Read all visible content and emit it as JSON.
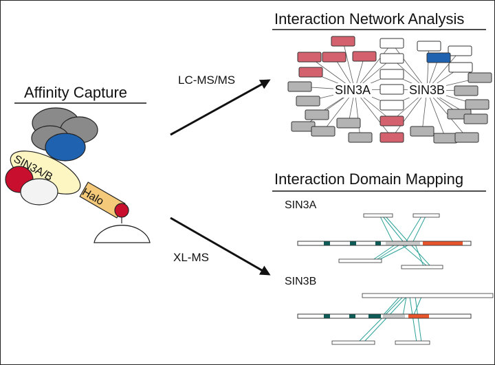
{
  "affinity": {
    "title": "Affinity Capture",
    "bait_label": "SIN3A/B",
    "tag_label": "Halo"
  },
  "arrows": {
    "top_label": "LC-MS/MS",
    "bottom_label": "XL-MS"
  },
  "network": {
    "title": "Interaction Network Analysis",
    "hub_a": "SIN3A",
    "hub_b": "SIN3B"
  },
  "mapping": {
    "title": "Interaction Domain Mapping",
    "protein_a": "SIN3A",
    "protein_b": "SIN3B"
  },
  "colors": {
    "red": "#c8102e",
    "pink": "#d4626e",
    "blue": "#1f63b0",
    "grey": "#8a8a8a",
    "light_grey": "#b3b3b3",
    "yellow": "#fdf6c3",
    "halo_orange": "#f5c97a",
    "teal": "#2aa198",
    "dark_teal": "#0d5c57",
    "orange_domain": "#e8542b"
  }
}
